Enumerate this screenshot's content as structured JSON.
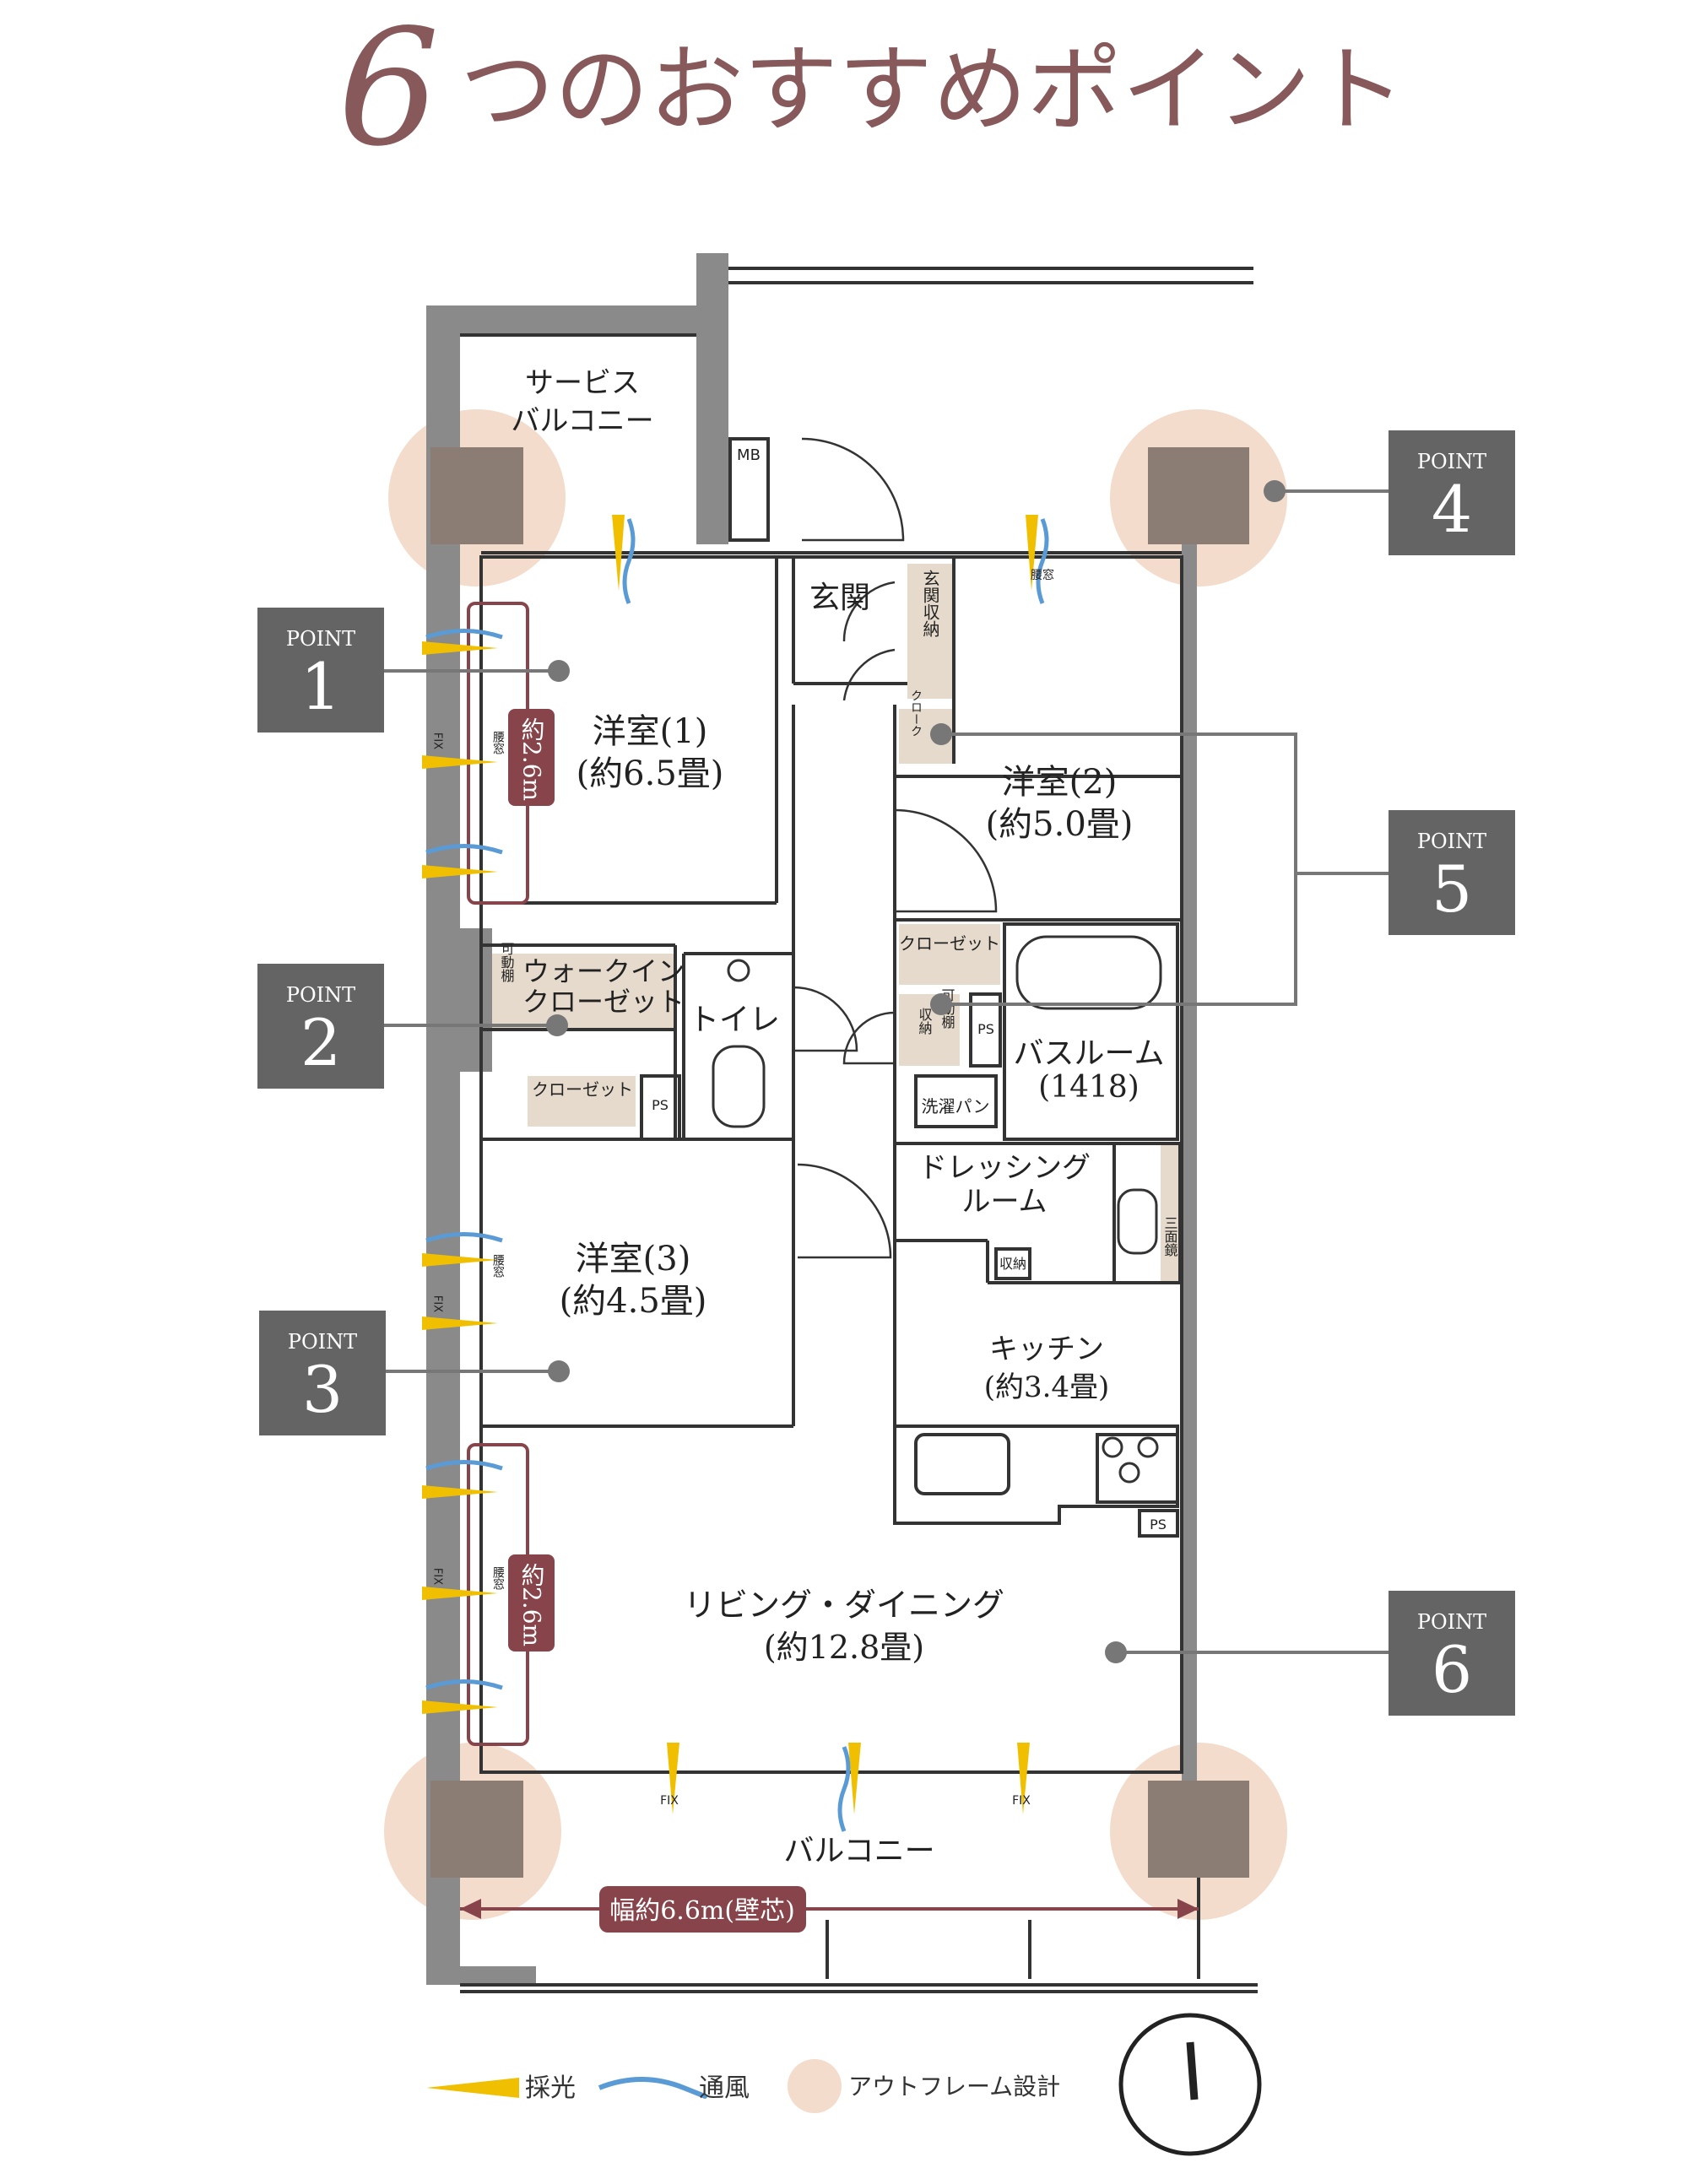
{
  "title": {
    "numeral": "6",
    "text": "つのおすすめポイント"
  },
  "colors": {
    "title": "#87595b",
    "wall": "#8a8a8a",
    "pillar": "#8b7d74",
    "outframe": "#f3dccc",
    "storage": "#e5dacb",
    "point_box": "#646464",
    "dim_label": "#87454b",
    "light": "#f0c000",
    "wind": "#5b9bd5"
  },
  "rooms": {
    "service_balcony": [
      "サービス",
      "バルコニー"
    ],
    "mb": "MB",
    "genkan": "玄関",
    "genkan_storage": "玄関収納",
    "youshitsu1": [
      "洋室(1)",
      "(約6.5畳)"
    ],
    "youshitsu2": [
      "洋室(2)",
      "(約5.0畳)"
    ],
    "youshitsu3": [
      "洋室(3)",
      "(約4.5畳)"
    ],
    "walkin": [
      "ウォークイン",
      "クローゼット"
    ],
    "kadou_tana_1": "可動棚",
    "closet_wic": "クローゼット",
    "closet_r2": "クローゼット",
    "clos_small": "クローク",
    "ps1": "PS",
    "ps2": "PS",
    "ps3": "PS",
    "toilet": "トイレ",
    "storage_kadou": [
      "収納",
      "可動棚"
    ],
    "bathroom": [
      "バスルーム",
      "(1418)"
    ],
    "sentaku": "洗濯パン",
    "dressing": [
      "ドレッシング",
      "ルーム"
    ],
    "shuunou_small": "収納",
    "sanmenkyo": "三面鏡",
    "kitchen": [
      "キッチン",
      "(約3.4畳)"
    ],
    "living": [
      "リビング・ダイニング",
      "(約12.8畳)"
    ],
    "balcony": "バルコニー",
    "koshimado_top": "腰窓",
    "koshimado_left1": "腰窓",
    "koshimado_left2": "腰窓",
    "koshimado_left3": "腰窓",
    "fix_left1": "FIX",
    "fix_left2": "FIX",
    "fix_left3": "FIX",
    "fix_bottom1": "FIX",
    "fix_bottom2": "FIX"
  },
  "dimensions": {
    "height1": "約2.6m",
    "height2": "約2.6m",
    "width": "幅約6.6m(壁芯)"
  },
  "points": [
    {
      "label": "POINT",
      "number": "1"
    },
    {
      "label": "POINT",
      "number": "2"
    },
    {
      "label": "POINT",
      "number": "3"
    },
    {
      "label": "POINT",
      "number": "4"
    },
    {
      "label": "POINT",
      "number": "5"
    },
    {
      "label": "POINT",
      "number": "6"
    }
  ],
  "legend": {
    "light": "採光",
    "wind": "通風",
    "outframe": "アウトフレーム設計"
  },
  "compass": {
    "direction": "north"
  }
}
